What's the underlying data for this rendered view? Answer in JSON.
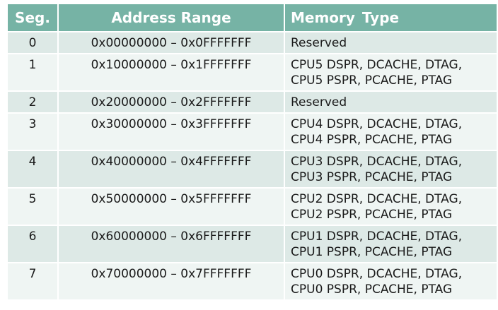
{
  "headers": {
    "seg": "Seg.",
    "range": "Address Range",
    "type": "Memory  Type"
  },
  "rows": [
    {
      "seg": "0",
      "range": "0x00000000 – 0x0FFFFFFF",
      "type": [
        "Reserved"
      ]
    },
    {
      "seg": "1",
      "range": "0x10000000 – 0x1FFFFFFF",
      "type": [
        "CPU5 DSPR, DCACHE, DTAG,",
        "CPU5 PSPR, PCACHE, PTAG"
      ]
    },
    {
      "seg": "2",
      "range": "0x20000000 – 0x2FFFFFFF",
      "type": [
        "Reserved"
      ]
    },
    {
      "seg": "3",
      "range": "0x30000000 – 0x3FFFFFFF",
      "type": [
        "CPU4 DSPR, DCACHE, DTAG,",
        "CPU4 PSPR, PCACHE, PTAG"
      ]
    },
    {
      "seg": "4",
      "range": "0x40000000 – 0x4FFFFFFF",
      "type": [
        "CPU3 DSPR, DCACHE, DTAG,",
        "CPU3 PSPR, PCACHE, PTAG"
      ]
    },
    {
      "seg": "5",
      "range": "0x50000000 – 0x5FFFFFFF",
      "type": [
        "CPU2 DSPR, DCACHE, DTAG,",
        "CPU2 PSPR, PCACHE, PTAG"
      ]
    },
    {
      "seg": "6",
      "range": "0x60000000 – 0x6FFFFFFF",
      "type": [
        "CPU1 DSPR, DCACHE, DTAG,",
        "CPU1 PSPR, PCACHE, PTAG"
      ]
    },
    {
      "seg": "7",
      "range": "0x70000000 – 0x7FFFFFFF",
      "type": [
        "CPU0 DSPR, DCACHE, DTAG,",
        "CPU0 PSPR, PCACHE, PTAG"
      ]
    }
  ],
  "colors": {
    "header_bg": "#76b3a5",
    "row_light": "#dde9e6",
    "row_white": "#eff5f3"
  }
}
